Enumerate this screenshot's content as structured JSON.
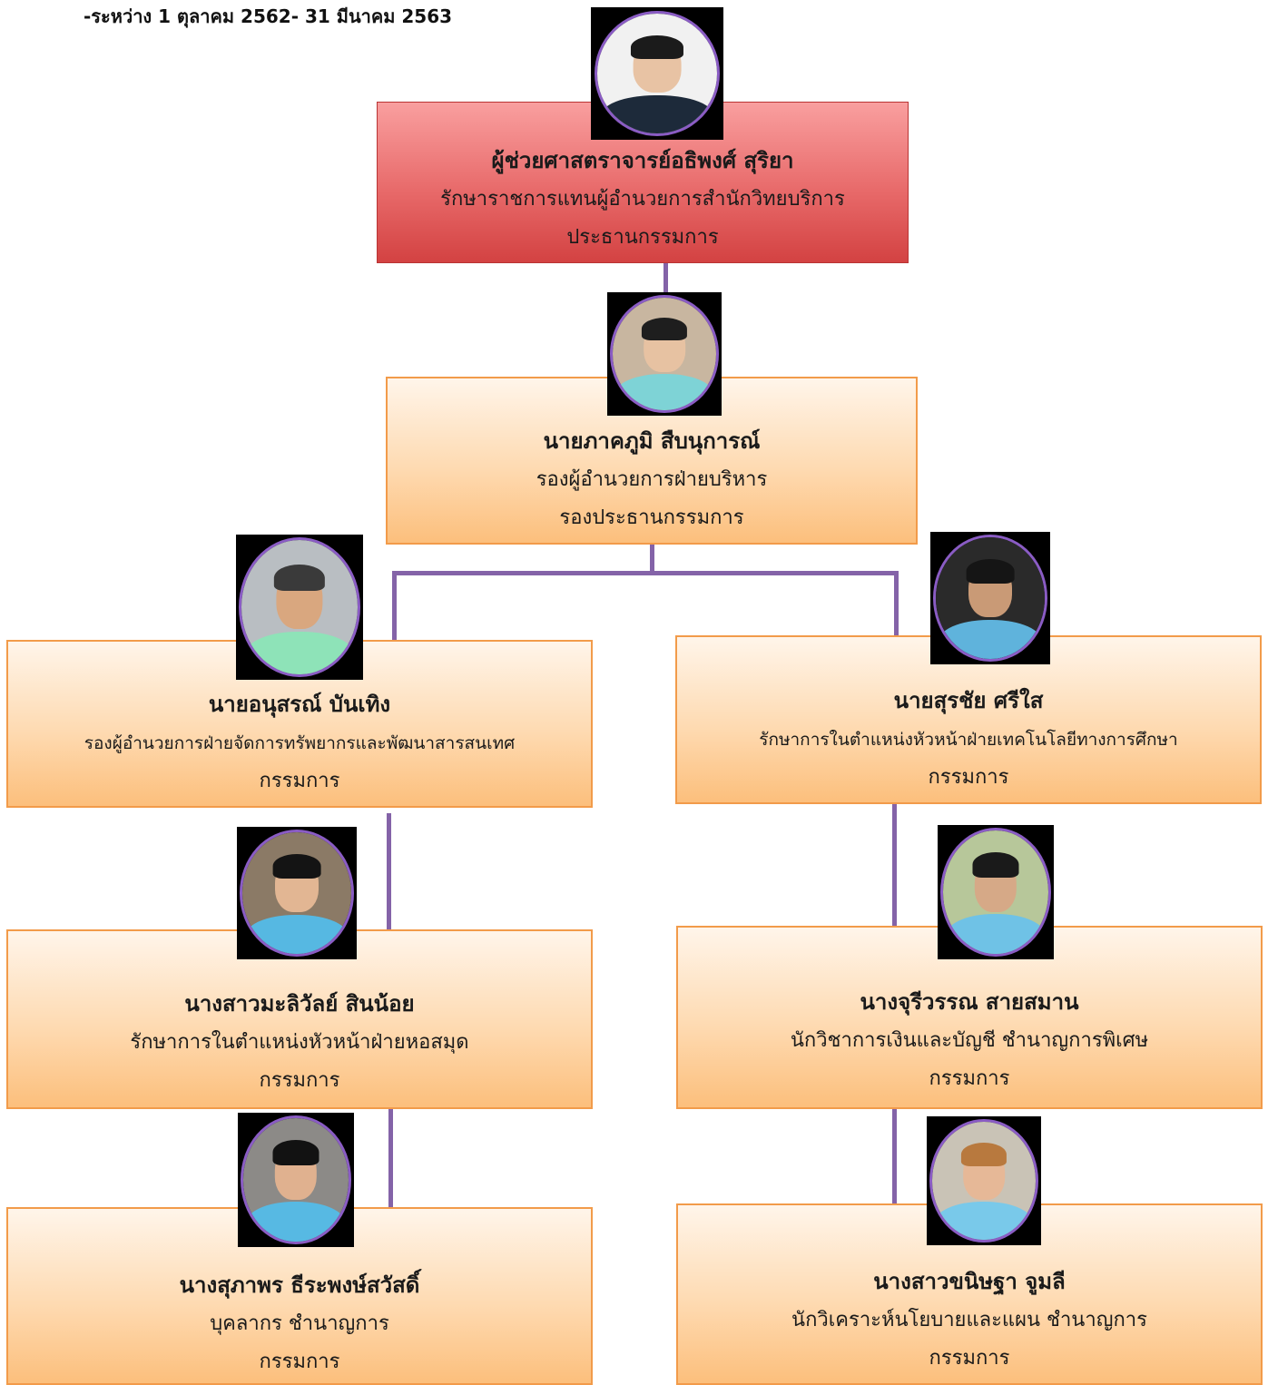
{
  "header": {
    "date_range": "-ระหว่าง 1 ตุลาคม 2562- 31 มีนาคม 2563"
  },
  "chart_data": {
    "type": "org-chart",
    "nodes": [
      {
        "id": "chief",
        "name": "ผู้ช่วยศาสตราจารย์อธิพงศ์ สุริยา",
        "position": "รักษาราชการแทนผู้อำนวยการสำนักวิทยบริการ",
        "committee_role": "ประธานกรรมการ"
      },
      {
        "id": "vice",
        "name": "นายภาคภูมิ สืบนุการณ์",
        "position": "รองผู้อำนวยการฝ่ายบริหาร",
        "committee_role": "รองประธานกรรมการ",
        "parent": "chief"
      },
      {
        "id": "left1",
        "name": "นายอนุสรณ์ บันเทิง",
        "position": "รองผู้อำนวยการฝ่ายจัดการทรัพยากรและพัฒนาสารสนเทศ",
        "committee_role": "กรรมการ",
        "parent": "vice"
      },
      {
        "id": "right1",
        "name": "นายสุรชัย ศรีใส",
        "position": "รักษาการในตำแหน่งหัวหน้าฝ่ายเทคโนโลยีทางการศึกษา",
        "committee_role": "กรรมการ",
        "parent": "vice"
      },
      {
        "id": "left2",
        "name": "นางสาวมะลิวัลย์ สินน้อย",
        "position": "รักษาการในตำแหน่งหัวหน้าฝ่ายหอสมุด",
        "committee_role": "กรรมการ",
        "parent": "left1"
      },
      {
        "id": "right2",
        "name": "นางจุรีวรรณ สายสมาน",
        "position": "นักวิชาการเงินและบัญชี ชำนาญการพิเศษ",
        "committee_role": "กรรมการ",
        "parent": "right1"
      },
      {
        "id": "left3",
        "name": "นางสุภาพร ธีระพงษ์สวัสดิ์",
        "position": "บุคลากร ชำนาญการ",
        "committee_role": "กรรมการ",
        "parent": "left2"
      },
      {
        "id": "right3",
        "name": "นางสาวขนิษฐา จูมลี",
        "position": "นักวิเคราะห์นโยบายและแผน ชำนาญการ",
        "committee_role": "กรรมการ",
        "parent": "right2"
      }
    ]
  },
  "colors": {
    "connector": "#8463a8",
    "chief_fill": "#e86a6a",
    "member_fill": "#fedab1",
    "member_border": "#f29b4a",
    "photo_ring": "#8a5cc4"
  }
}
